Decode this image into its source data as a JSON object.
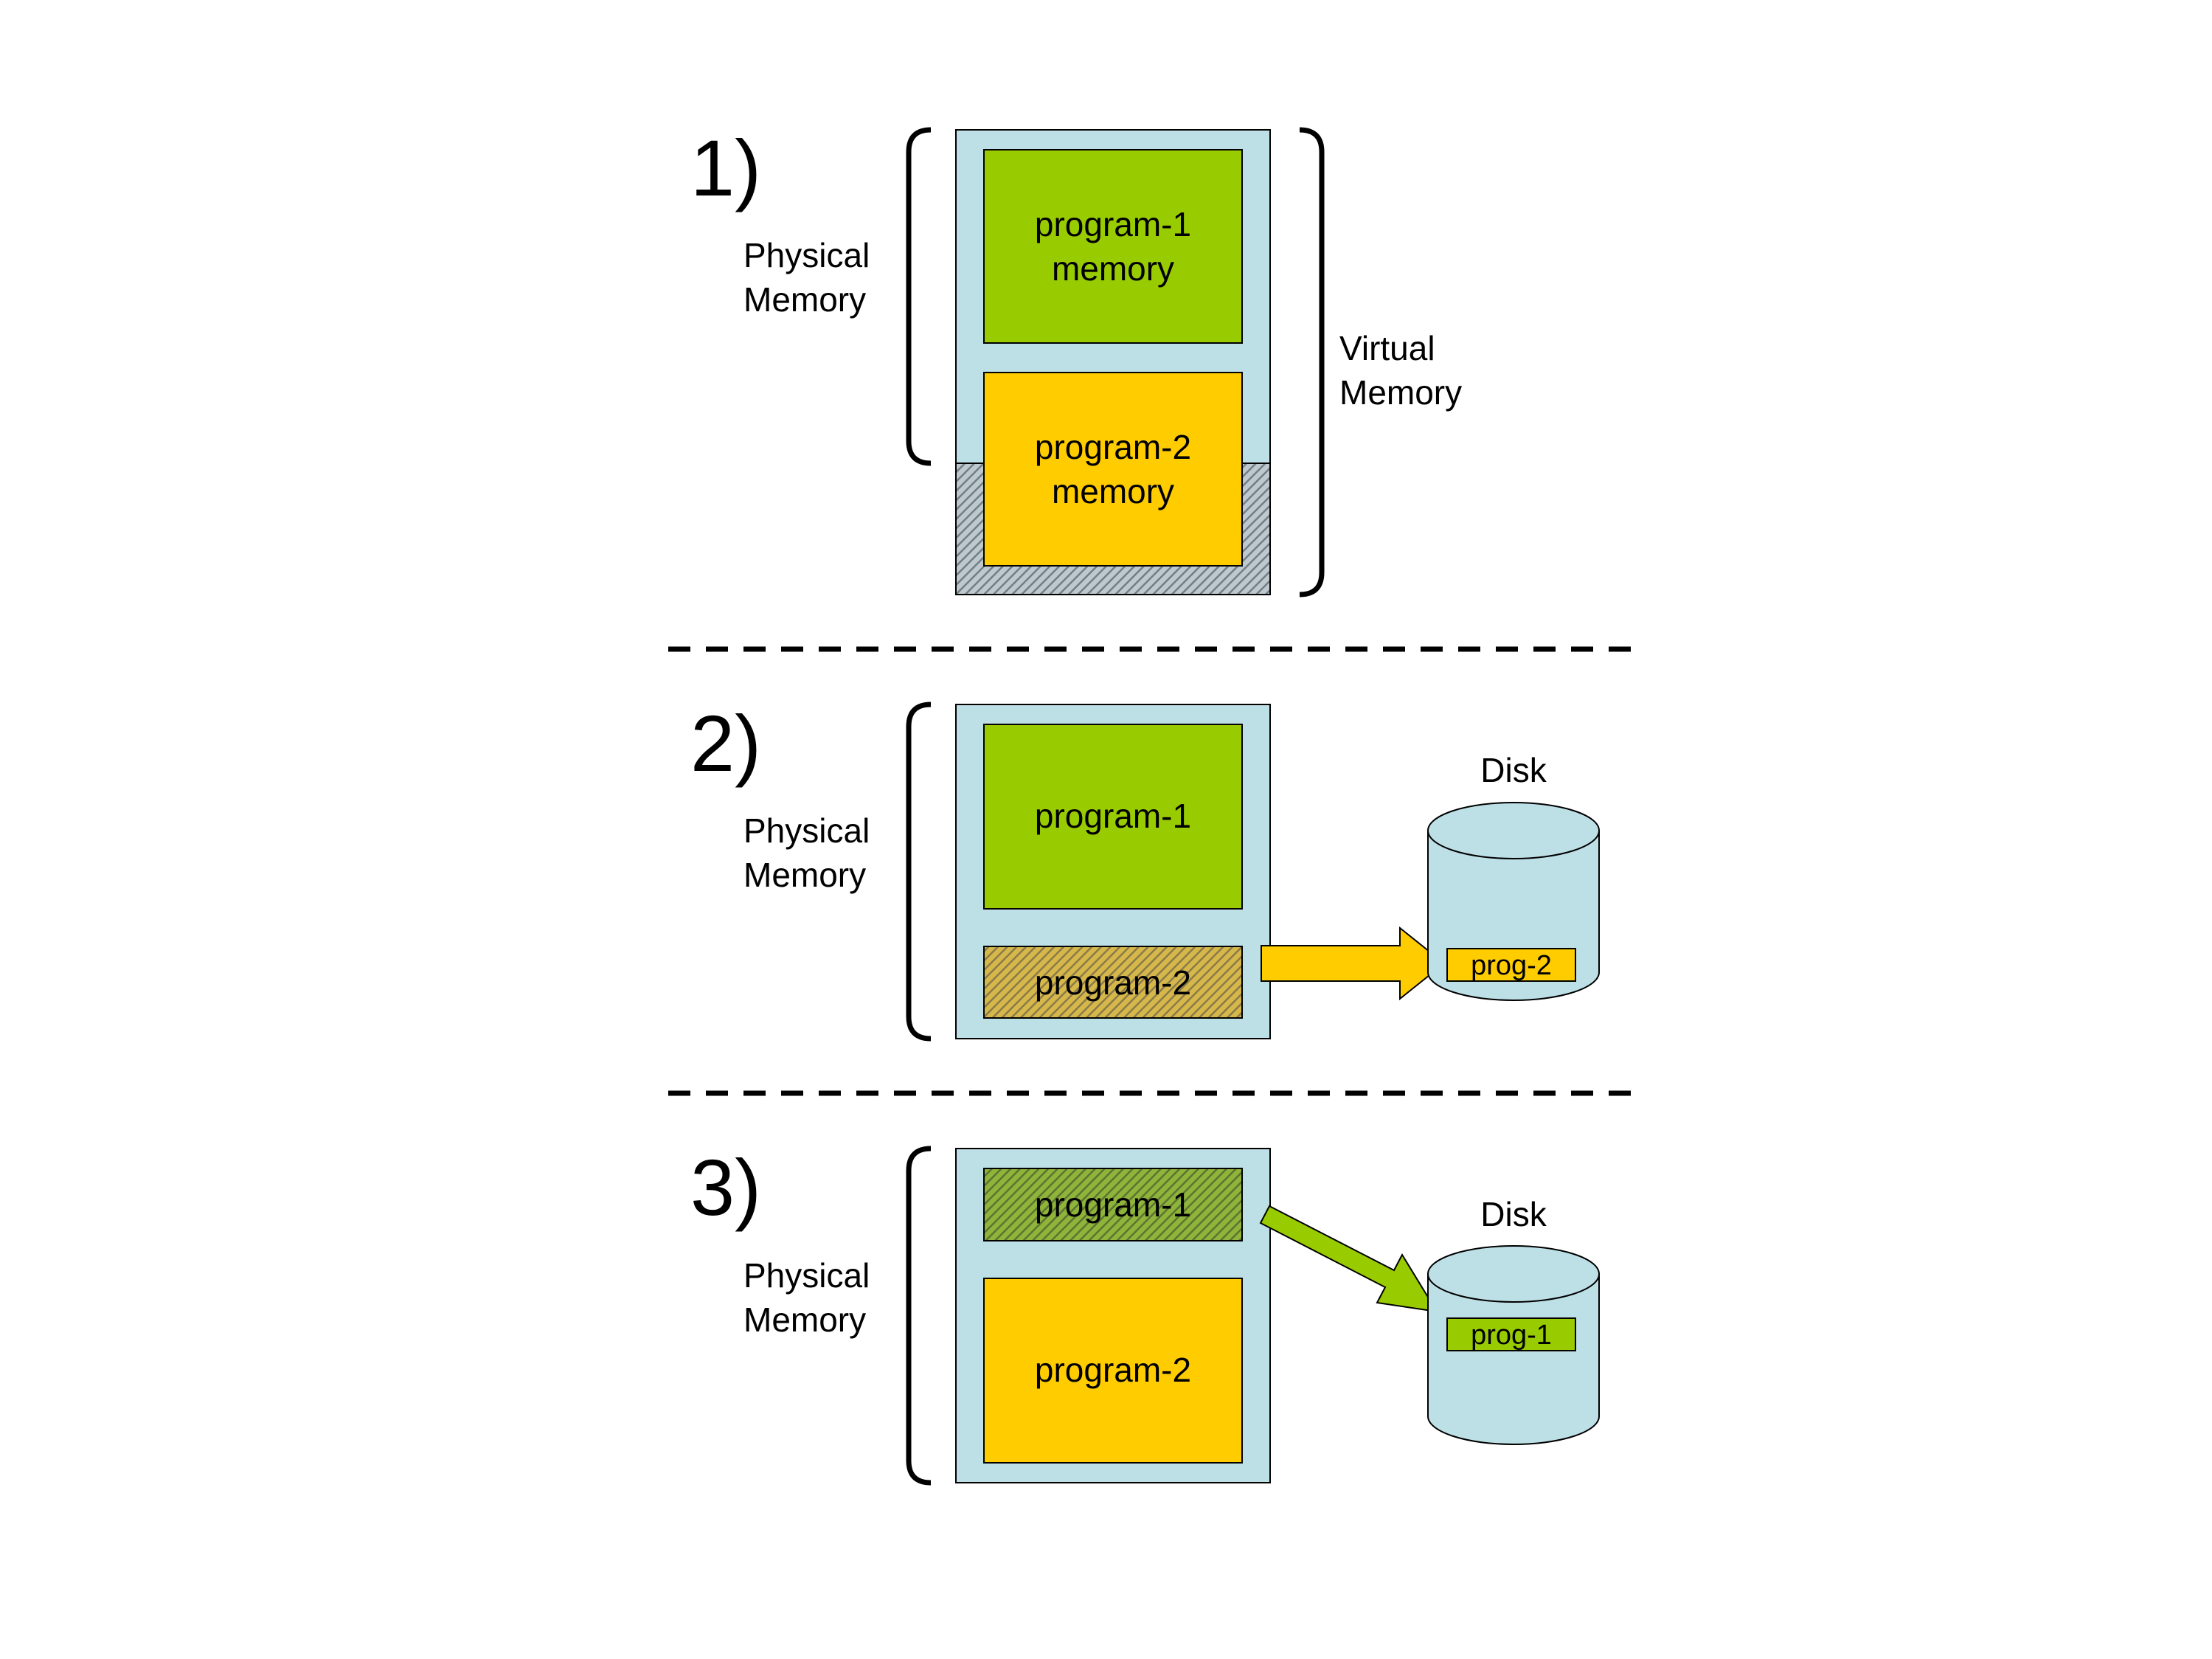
{
  "colors": {
    "background": "#ffffff",
    "memory_container": "#bde0e6",
    "program_1": "#99cc00",
    "program_2": "#ffcc00",
    "disk": "#bde0e6",
    "outline": "#000000",
    "hatch_gray": "#8c9aa0",
    "hatch_olive": "#b5a050",
    "hatch_green": "#6f8f32"
  },
  "panels": [
    {
      "step_label": "1)",
      "physical_memory_label": [
        "Physical",
        "Memory"
      ],
      "virtual_memory_label": [
        "Virtual",
        "Memory"
      ],
      "program_1": [
        "program-1",
        "memory"
      ],
      "program_2": [
        "program-2",
        "memory"
      ]
    },
    {
      "step_label": "2)",
      "physical_memory_label": [
        "Physical",
        "Memory"
      ],
      "program_1": [
        "program-1"
      ],
      "program_2": [
        "program-2"
      ],
      "disk_label": "Disk",
      "disk_slot": "prog-2",
      "swapped_out": "program-2"
    },
    {
      "step_label": "3)",
      "physical_memory_label": [
        "Physical",
        "Memory"
      ],
      "program_1": [
        "program-1"
      ],
      "program_2": [
        "program-2"
      ],
      "disk_label": "Disk",
      "disk_slot": "prog-1",
      "swapped_out": "program-1"
    }
  ],
  "icons": {
    "swap_arrow_2": "right-arrow-icon",
    "swap_arrow_3": "down-right-arrow-icon",
    "disk": "disk-cylinder-icon"
  }
}
